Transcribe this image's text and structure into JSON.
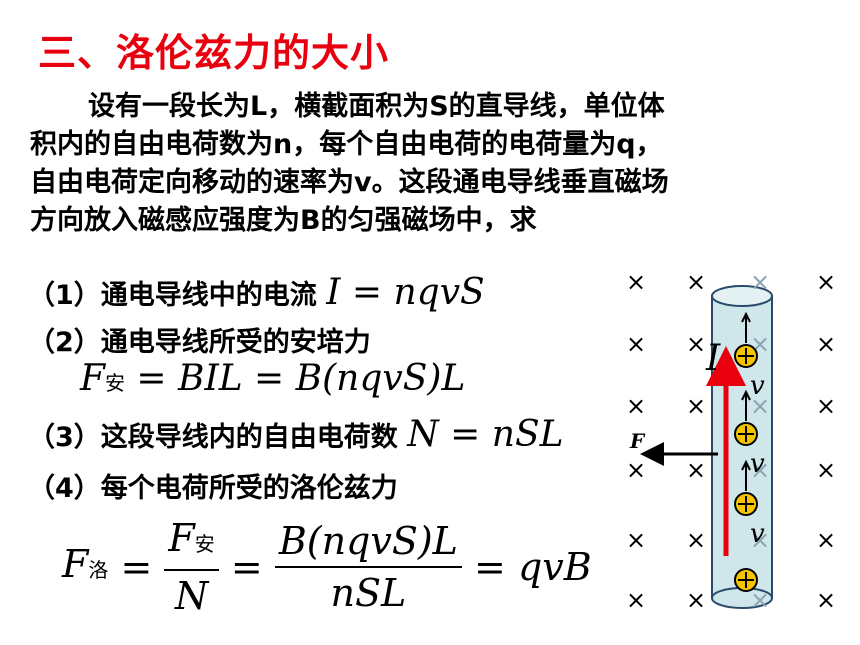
{
  "title": "三、洛伦兹力的大小",
  "paragraph": [
    "设有一段长为L，横截面积为S的直导线，单位体",
    "积内的自由电荷数为n，每个自由电荷的电荷量为q，",
    "自由电荷定向移动的速率为v。这段通电导线垂直磁场",
    "方向放入磁感应强度为B的匀强磁场中，求"
  ],
  "questions": {
    "q1": {
      "label": "（1）通电导线中的电流",
      "formula": "I = nqvS"
    },
    "q2": {
      "label": "（2）通电导线所受的安培力",
      "formula_lhs": "F",
      "formula_sub": "安",
      "formula_rhs": " = BIL = B(nqvS)L"
    },
    "q3": {
      "label": "（3）这段导线内的自由电荷数",
      "formula": "N = nSL"
    },
    "q4": {
      "label": "（4）每个电荷所受的洛伦兹力"
    }
  },
  "final_formula": {
    "lhs": "F",
    "lhs_sub": "洛",
    "frac1_num": "F",
    "frac1_num_sub": "安",
    "frac1_den": "N",
    "frac2_num": "B(nqvS)L",
    "frac2_den": "nSL",
    "result": "qvB",
    "eq": "="
  },
  "diagram": {
    "field_symbol": "×",
    "current_label": "I",
    "force_label": "F",
    "velocity_label": "v",
    "charge_symbol": "+",
    "colors": {
      "wire": "#cfe6ea",
      "current": "#e8000f",
      "charge": "#f5c400",
      "field": "#000000"
    }
  }
}
